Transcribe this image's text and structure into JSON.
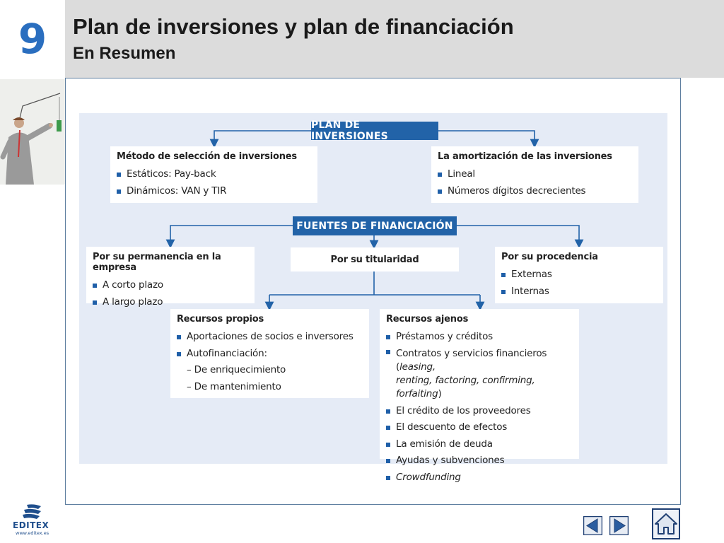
{
  "header": {
    "chapter_number": "9",
    "title": "Plan de inversiones y plan de financiación",
    "subtitle": "En Resumen"
  },
  "diagram": {
    "plan_inversiones": {
      "label": "PLAN DE INVERSIONES",
      "metodo": {
        "title": "Método de selección de inversiones",
        "items": [
          "Estáticos: Pay-back",
          "Dinámicos: VAN y TIR"
        ]
      },
      "amortizacion": {
        "title": "La amortización de las inversiones",
        "items": [
          "Lineal",
          "Números dígitos decrecientes"
        ]
      }
    },
    "fuentes_financiacion": {
      "label": "FUENTES DE FINANCIACIÓN",
      "permanencia": {
        "title": "Por su permanencia en la empresa",
        "items": [
          "A corto plazo",
          "A largo plazo"
        ]
      },
      "titularidad": {
        "title": "Por su titularidad"
      },
      "procedencia": {
        "title": "Por su procedencia",
        "items": [
          "Externas",
          "Internas"
        ]
      },
      "recursos_propios": {
        "title": "Recursos propios",
        "items": [
          "Aportaciones de socios e inversores",
          "Autofinanciación:"
        ],
        "subitems": [
          "– De enriquecimiento",
          "– De mantenimiento"
        ]
      },
      "recursos_ajenos": {
        "title": "Recursos ajenos",
        "item1": "Préstamos y créditos",
        "item2_prefix": "Contratos y servicios financieros (",
        "item2_italic_1": "leasing,",
        "item2_italic_2": "renting, factoring, confirming, forfaiting",
        "item2_suffix": ")",
        "item3": "El crédito de los proveedores",
        "item4": "El descuento de efectos",
        "item5": "La emisión de deuda",
        "item6": "Ayudas y subvenciones",
        "item7": "Crowdfunding"
      }
    }
  },
  "footer": {
    "logo_text": "EDITEX",
    "logo_url": "www.editex.es"
  },
  "colors": {
    "accent": "#2263a8",
    "chapter_number": "#2a6ebf",
    "diagram_bg": "#e5ebf6",
    "header_bg": "#dcdcdc"
  },
  "icons": {
    "prev": "left-triangle-icon",
    "next": "right-triangle-icon",
    "home": "home-icon"
  }
}
